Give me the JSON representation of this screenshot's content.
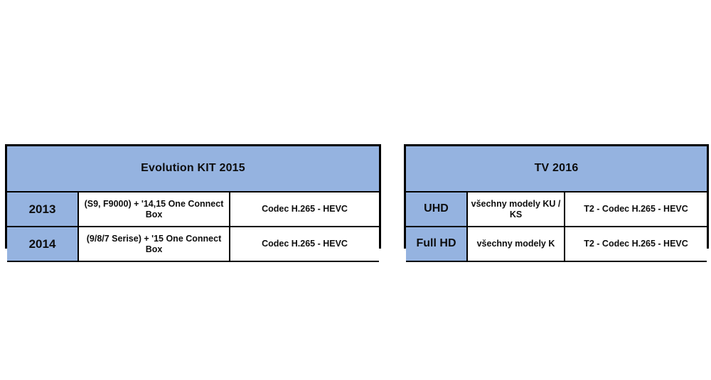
{
  "page": {
    "background_color": "#ffffff",
    "accent_blue": "#95b3e0",
    "border_color": "#000000",
    "text_color": "#0d0d0d"
  },
  "tables": [
    {
      "id": "evolution-kit-2015",
      "header": "Evolution KIT  2015",
      "rows": [
        {
          "label": "2013",
          "models": "(S9, F9000) + '14,15  One Connect Box",
          "codec": "Codec H.265 - HEVC"
        },
        {
          "label": "2014",
          "models": "(9/8/7 Serise) + '15 One Connect Box",
          "codec": "Codec H.265 - HEVC"
        }
      ]
    },
    {
      "id": "tv-2016",
      "header": "TV 2016",
      "rows": [
        {
          "label": "UHD",
          "models": "všechny modely KU / KS",
          "codec": "T2 - Codec H.265 - HEVC"
        },
        {
          "label": "Full HD",
          "models": "všechny modely K",
          "codec": "T2 - Codec H.265 - HEVC"
        }
      ]
    }
  ]
}
